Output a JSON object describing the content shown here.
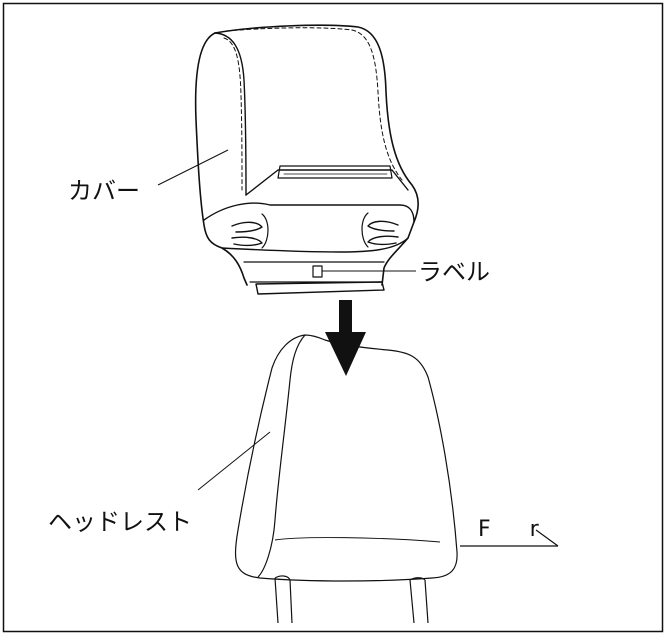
{
  "labels": {
    "cover": "カバー",
    "label": "ラベル",
    "headrest": "ヘッドレスト",
    "front": "F r"
  },
  "colors": {
    "line": "#111111",
    "background": "#ffffff",
    "arrow": "#111111"
  },
  "icons": {
    "direction_arrow": "down-arrow-icon"
  }
}
